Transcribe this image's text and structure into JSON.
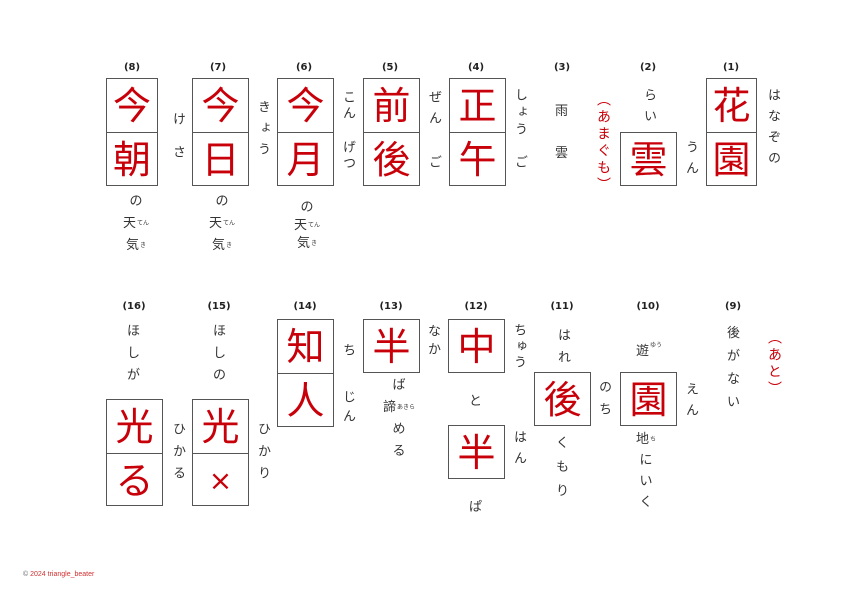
{
  "problems": [
    {
      "num": "(1)",
      "kanji": [
        "花",
        "園"
      ],
      "reading": "はなぞの"
    },
    {
      "num": "(2)",
      "kanji": [
        "雲"
      ],
      "before": "らい",
      "reading": "うん",
      "answer": "（あまぐも）"
    },
    {
      "num": "(3)",
      "text": [
        "雨",
        "雲"
      ]
    },
    {
      "num": "(4)",
      "kanji": [
        "正",
        "午"
      ],
      "reading_top": "しょう",
      "reading_bottom": "ご"
    },
    {
      "num": "(5)",
      "kanji": [
        "前",
        "後"
      ],
      "reading_top": "ぜん",
      "reading_bottom": "ご"
    },
    {
      "num": "(6)",
      "kanji": [
        "今",
        "月"
      ],
      "reading": "きょう",
      "after": [
        "の",
        "天",
        "気"
      ],
      "furigana": [
        "てん",
        "き"
      ]
    },
    {
      "num": "(7)",
      "kanji": [
        "今",
        "日"
      ],
      "reading_top": "こん",
      "reading_bottom": "げつ",
      "after": [
        "の",
        "天",
        "気"
      ],
      "furigana": [
        "てん",
        "き"
      ]
    },
    {
      "num": "(8)",
      "kanji": [
        "今",
        "朝"
      ],
      "reading_top": "け",
      "reading_bottom": "さ",
      "after": [
        "の",
        "天",
        "気"
      ],
      "furigana": [
        "てん",
        "き"
      ]
    },
    {
      "num": "(9)",
      "text": [
        "後",
        "が",
        "な",
        "い"
      ],
      "answer": "（あと）"
    },
    {
      "num": "(10)",
      "before": "遊",
      "before_furigana": "ゆう",
      "kanji": [
        "園"
      ],
      "reading": "えん",
      "after": [
        "地",
        "に",
        "い",
        "く"
      ],
      "after_furigana": "ち"
    },
    {
      "num": "(11)",
      "before": "はれ",
      "kanji": [
        "後"
      ],
      "reading": "のち",
      "after": [
        "く",
        "も",
        "り"
      ]
    },
    {
      "num": "(12)",
      "kanji": [
        "中"
      ],
      "reading": "ちゅう",
      "middle": "と",
      "kanji2": [
        "半"
      ],
      "reading2": "はん",
      "after": "ぱ"
    },
    {
      "num": "(13)",
      "kanji": [
        "半"
      ],
      "reading": "なか",
      "after": [
        "ば",
        "諦",
        "め",
        "る"
      ],
      "after_furigana": "あきら"
    },
    {
      "num": "(14)",
      "kanji": [
        "知",
        "人"
      ],
      "reading_top": "ち",
      "reading_bottom": "じん"
    },
    {
      "num": "(15)",
      "before": [
        "ほ",
        "し",
        "の"
      ],
      "kanji": [
        "光",
        "×"
      ],
      "reading": "ひかり"
    },
    {
      "num": "(16)",
      "before": [
        "ほ",
        "し",
        "が"
      ],
      "kanji": [
        "光",
        "る"
      ],
      "reading": "ひかる"
    }
  ],
  "footer": {
    "symbol": "©",
    "text": "2024 triangle_beater"
  },
  "colors": {
    "accent": "#c8000a",
    "border": "#555555",
    "text": "#333333"
  }
}
